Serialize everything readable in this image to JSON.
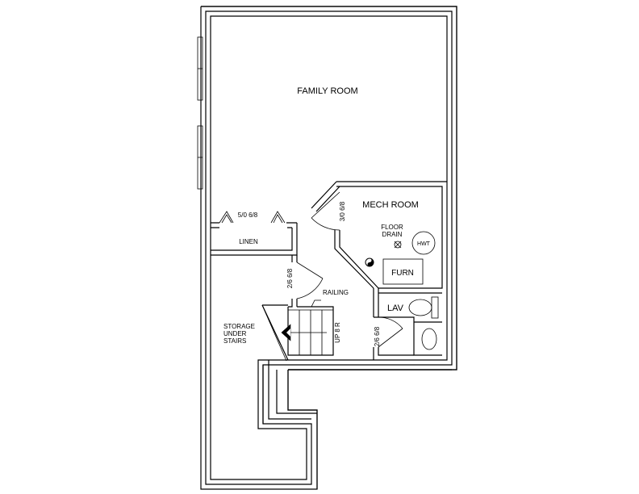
{
  "rooms": {
    "family_room": "FAMILY ROOM",
    "mech_room": "MECH ROOM",
    "linen": "LINEN",
    "lav": "LAV",
    "storage_line1": "STORAGE",
    "storage_line2": "UNDER",
    "storage_line3": "STAIRS"
  },
  "fixtures": {
    "floor_drain_line1": "FLOOR",
    "floor_drain_line2": "DRAIN",
    "hwt": "HWT",
    "furnace": "FURN",
    "railing": "RAILING",
    "stairs": "UP 8 R"
  },
  "doors": {
    "closet_bifold": "5/0 6/8",
    "mech_door": "3/0 6/8",
    "stair_door": "2/6 6/8",
    "lav_door": "2/6 6/8"
  }
}
